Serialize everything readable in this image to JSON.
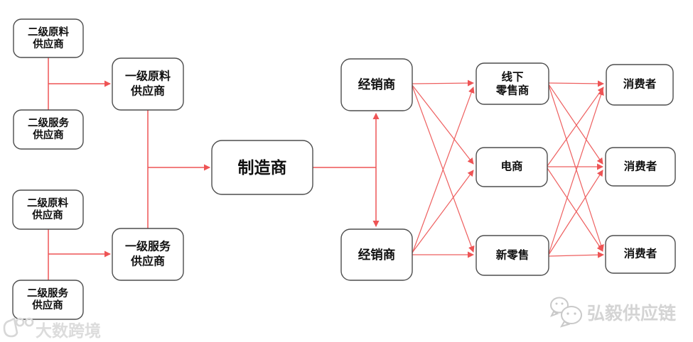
{
  "diagram": {
    "title_semantic": "supply-chain-flow",
    "background_color": "#ffffff",
    "arrow_color": "#ee5455",
    "box_border_color": "#4d4d4d",
    "box_fill_color": "#ffffff",
    "text_color": "#101010"
  },
  "nodes": {
    "tier2_material_top": {
      "line1": "二级原料",
      "line2": "供应商"
    },
    "tier2_service_top": {
      "line1": "二级服务",
      "line2": "供应商"
    },
    "tier2_material_bottom": {
      "line1": "二级原料",
      "line2": "供应商"
    },
    "tier2_service_bottom": {
      "line1": "二级服务",
      "line2": "供应商"
    },
    "tier1_material": {
      "line1": "一级原料",
      "line2": "供应商"
    },
    "tier1_service": {
      "line1": "一级服务",
      "line2": "供应商"
    },
    "manufacturer": {
      "label": "制造商"
    },
    "distributor_top": {
      "label": "经销商"
    },
    "distributor_bottom": {
      "label": "经销商"
    },
    "offline_retailer": {
      "line1": "线下",
      "line2": "零售商"
    },
    "ecommerce": {
      "label": "电商"
    },
    "new_retail": {
      "label": "新零售"
    },
    "consumer_top": {
      "label": "消费者"
    },
    "consumer_middle": {
      "label": "消费者"
    },
    "consumer_bottom": {
      "label": "消费者"
    }
  },
  "watermark": {
    "text": "大数跨境"
  },
  "logo": {
    "text": "弘毅供应链"
  }
}
